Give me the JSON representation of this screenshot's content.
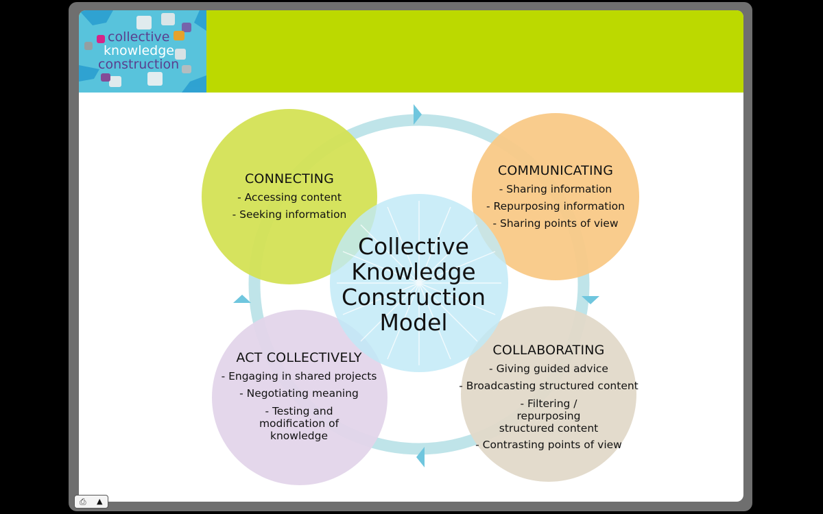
{
  "logo": {
    "line1": "collective",
    "line2": "knowledge",
    "line3": "construction"
  },
  "diagram": {
    "center": {
      "lines": [
        "Collective",
        "Knowledge",
        "Construction",
        "Model"
      ]
    },
    "nodes": [
      {
        "id": "connecting",
        "title": "CONNECTING",
        "items": [
          "- Accessing content",
          "- Seeking information"
        ]
      },
      {
        "id": "communicating",
        "title": "COMMUNICATING",
        "items": [
          "-  Sharing information",
          "- Repurposing information",
          "- Sharing points of view"
        ]
      },
      {
        "id": "collaborating",
        "title": "COLLABORATING",
        "items": [
          "- Giving guided advice",
          "- Broadcasting structured content",
          "- Filtering / repurposing structured content",
          "- Contrasting points of view"
        ]
      },
      {
        "id": "act-collectively",
        "title": "ACT COLLECTIVELY",
        "items": [
          "- Engaging in shared projects",
          "- Negotiating meaning",
          "- Testing and modification of knowledge"
        ]
      }
    ]
  },
  "colors": {
    "banner": "#bcd900",
    "ring": "#bfe4e9",
    "arrow": "#6fc6de",
    "connecting": "#d4e155",
    "communicating": "#f9c987",
    "collaborating": "#e2d9c9",
    "act_collectively": "#e3d5ea",
    "center": "#bfe9f7"
  },
  "icons": {
    "page": "page-icon",
    "up": "triangle-up-icon"
  }
}
